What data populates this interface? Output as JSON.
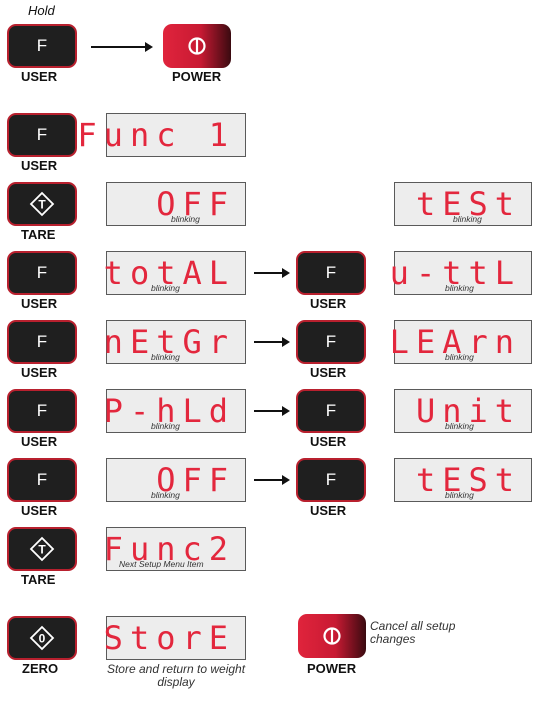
{
  "hold_label": "Hold",
  "keys": {
    "f": "F",
    "user": "USER",
    "power": "POWER",
    "tare": "TARE",
    "zero": "ZERO"
  },
  "displays": {
    "func1": "Func 1",
    "off": "OFF",
    "test": "tESt",
    "total": "totAL",
    "uttl": "u-ttL",
    "netgr": "nEtGr",
    "learn": "LEArn",
    "phld": "P-hLd",
    "unit": "Unit",
    "func2": "Func2",
    "store": "StorE"
  },
  "blinking": "blinking",
  "next_setup": "Next Setup Menu Item",
  "store_note": "Store and return to weight display",
  "cancel_note": "Cancel all setup changes",
  "colors": {
    "segment": "#e3273d",
    "key_border": "#b8202e"
  }
}
